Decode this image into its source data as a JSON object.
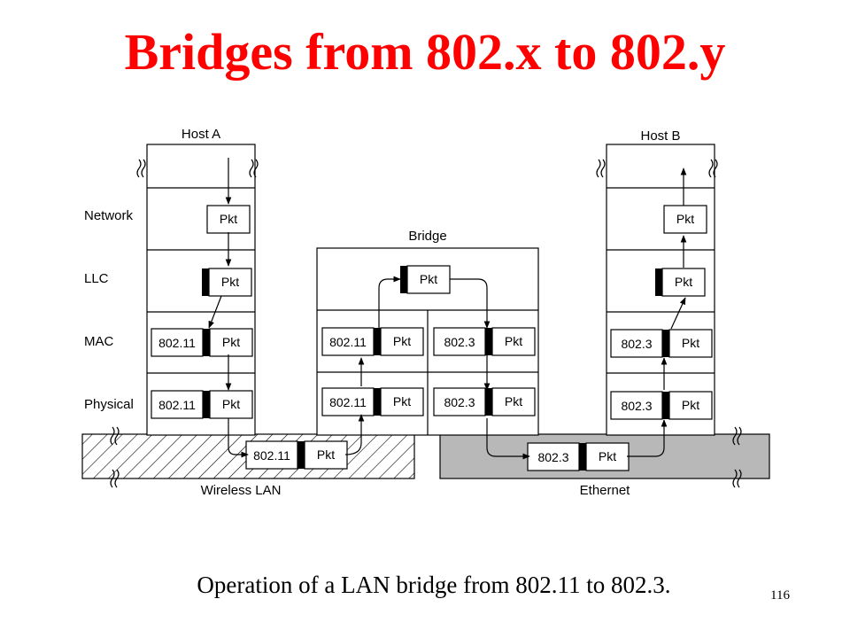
{
  "title": "Bridges from 802.x to 802.y",
  "caption": "Operation of a LAN bridge from 802.11 to 802.3.",
  "page_number": "116",
  "colors": {
    "title": "#ff0000",
    "ethernet_fill": "#b8b8b8",
    "wireless_hatch": "#000000"
  },
  "diagram": {
    "layer_labels": [
      "Network",
      "LLC",
      "MAC",
      "Physical"
    ],
    "host_a": "Host A",
    "host_b": "Host B",
    "bridge": "Bridge",
    "wireless_lan": "Wireless LAN",
    "ethernet": "Ethernet",
    "pkt": "Pkt",
    "wireless_header": "802.11",
    "ethernet_header": "802.3"
  }
}
